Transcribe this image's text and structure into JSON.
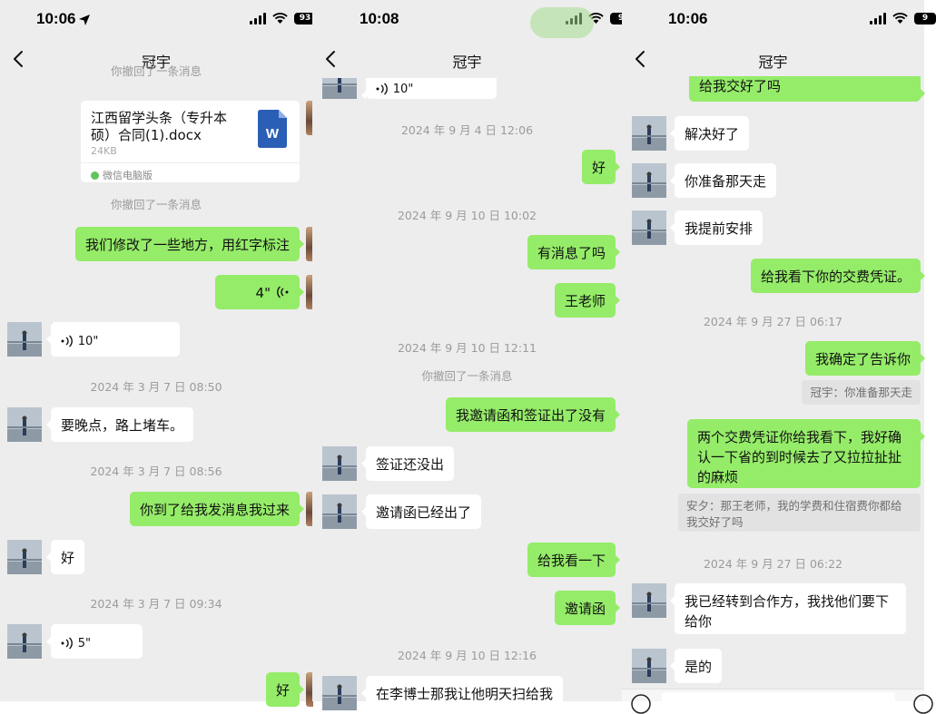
{
  "contact_name": "冠宇",
  "colors": {
    "bg": "#ededed",
    "outgoing": "#95ec69",
    "incoming": "#ffffff",
    "meta": "#9b9b9b"
  },
  "panels": [
    {
      "status": {
        "time": "10:06",
        "battery": "93",
        "location_arrow": true
      },
      "clipped_top_text": "你撤回了一条消息",
      "messages": [
        {
          "kind": "file",
          "side": "in",
          "name": "江西留学头条（专升本硕）合同(1).docx",
          "size": "24KB",
          "source": "微信电脑版"
        },
        {
          "kind": "system",
          "text": "你撤回了一条消息"
        },
        {
          "kind": "text",
          "side": "out",
          "text": "我们修改了一些地方，用红字标注"
        },
        {
          "kind": "voice",
          "side": "out",
          "duration": "4\""
        },
        {
          "kind": "voice",
          "side": "in",
          "duration": "10\""
        },
        {
          "kind": "time",
          "text": "2024 年 3 月 7 日 08:50"
        },
        {
          "kind": "text",
          "side": "in",
          "text": "要晚点，路上堵车。"
        },
        {
          "kind": "time",
          "text": "2024 年 3 月 7 日 08:56"
        },
        {
          "kind": "text",
          "side": "out",
          "text": "你到了给我发消息我过来"
        },
        {
          "kind": "text",
          "side": "in",
          "text": "好"
        },
        {
          "kind": "time",
          "text": "2024 年 3 月 7 日 09:34"
        },
        {
          "kind": "voice",
          "side": "in",
          "duration": "5\""
        },
        {
          "kind": "text",
          "side": "out",
          "text": "好"
        }
      ]
    },
    {
      "status": {
        "time": "10:08",
        "battery": "9"
      },
      "messages": [
        {
          "kind": "voice",
          "side": "in",
          "duration": "10\""
        },
        {
          "kind": "time",
          "text": "2024 年 9 月 4 日 12:06"
        },
        {
          "kind": "text",
          "side": "out",
          "text": "好"
        },
        {
          "kind": "time",
          "text": "2024 年 9 月 10 日 10:02"
        },
        {
          "kind": "text",
          "side": "out",
          "text": "有消息了吗"
        },
        {
          "kind": "text",
          "side": "out",
          "text": "王老师"
        },
        {
          "kind": "time",
          "text": "2024 年 9 月 10 日 12:11"
        },
        {
          "kind": "system",
          "text": "你撤回了一条消息"
        },
        {
          "kind": "text",
          "side": "out",
          "text": "我邀请函和签证出了没有"
        },
        {
          "kind": "text",
          "side": "in",
          "text": "签证还没出"
        },
        {
          "kind": "text",
          "side": "in",
          "text": "邀请函已经出了"
        },
        {
          "kind": "text",
          "side": "out",
          "text": "给我看一下"
        },
        {
          "kind": "text",
          "side": "out",
          "text": "邀请函"
        },
        {
          "kind": "time",
          "text": "2024 年 9 月 10 日 12:16"
        },
        {
          "kind": "text",
          "side": "in",
          "text": "在李博士那我让他明天扫给我"
        }
      ]
    },
    {
      "status": {
        "time": "10:06",
        "battery": "9"
      },
      "messages": [
        {
          "kind": "text",
          "side": "out",
          "text": "给我交好了吗"
        },
        {
          "kind": "text",
          "side": "in",
          "text": "解决好了"
        },
        {
          "kind": "text",
          "side": "in",
          "text": "你准备那天走"
        },
        {
          "kind": "text",
          "side": "in",
          "text": "我提前安排"
        },
        {
          "kind": "text",
          "side": "out",
          "text": "给我看下你的交费凭证。"
        },
        {
          "kind": "time",
          "text": "2024 年 9 月 27 日 06:17"
        },
        {
          "kind": "text",
          "side": "out",
          "text": "我确定了告诉你"
        },
        {
          "kind": "quote",
          "side": "out",
          "text": "冠宇：你准备那天走"
        },
        {
          "kind": "text",
          "side": "out",
          "text": "两个交费凭证你给我看下，我好确认一下省的到时候去了又拉拉扯扯的麻烦"
        },
        {
          "kind": "quote",
          "side": "out",
          "text": "安夕：那王老师，我的学费和住宿费你都给我交好了吗"
        },
        {
          "kind": "time",
          "text": "2024 年 9 月 27 日 06:22"
        },
        {
          "kind": "text",
          "side": "in",
          "text": "我已经转到合作方，我找他们要下给你"
        },
        {
          "kind": "text",
          "side": "in",
          "text": "是的"
        }
      ]
    }
  ]
}
